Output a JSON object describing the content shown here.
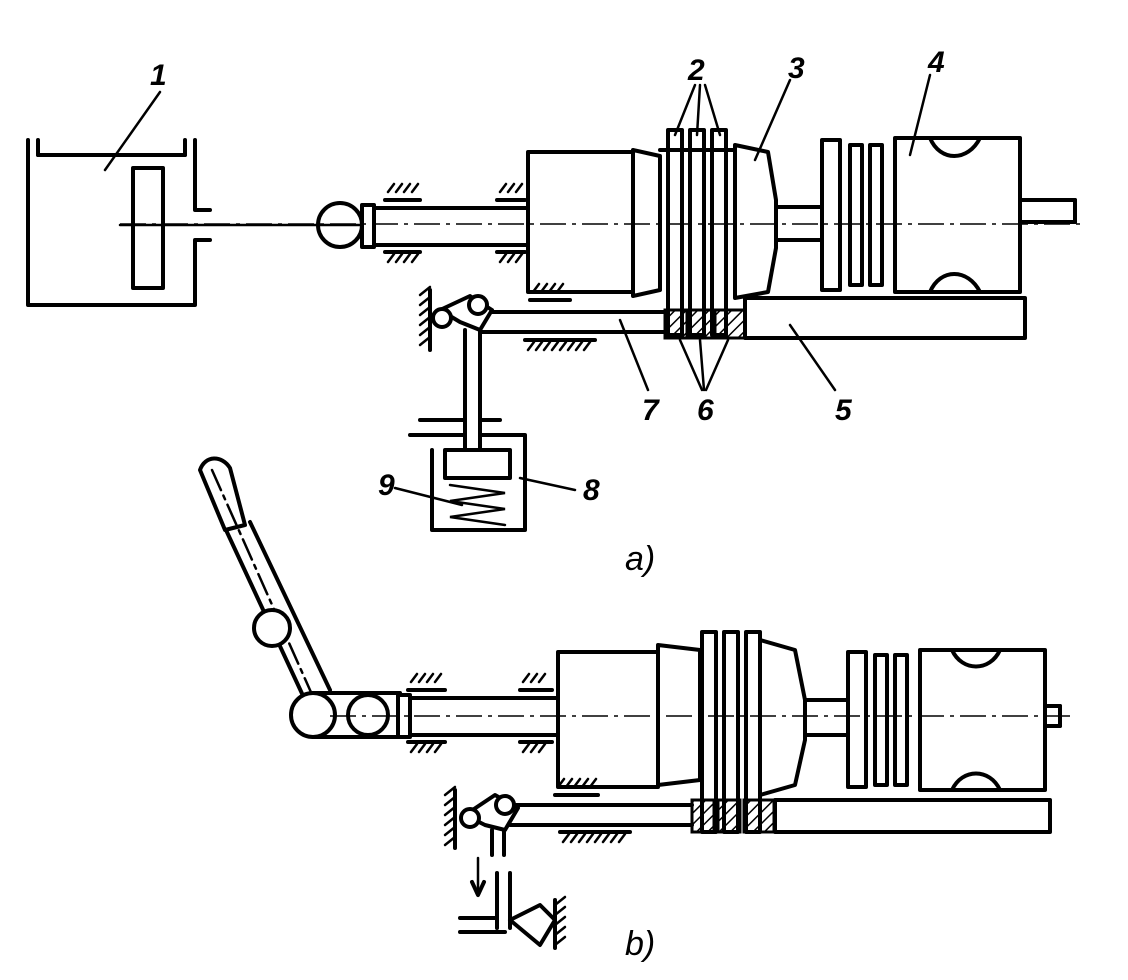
{
  "labels": {
    "l1": "1",
    "l2": "2",
    "l3": "3",
    "l4": "4",
    "l5": "5",
    "l6": "6",
    "l7": "7",
    "l8": "8",
    "l9": "9"
  },
  "captions": {
    "a": "a)",
    "b": "b)"
  }
}
